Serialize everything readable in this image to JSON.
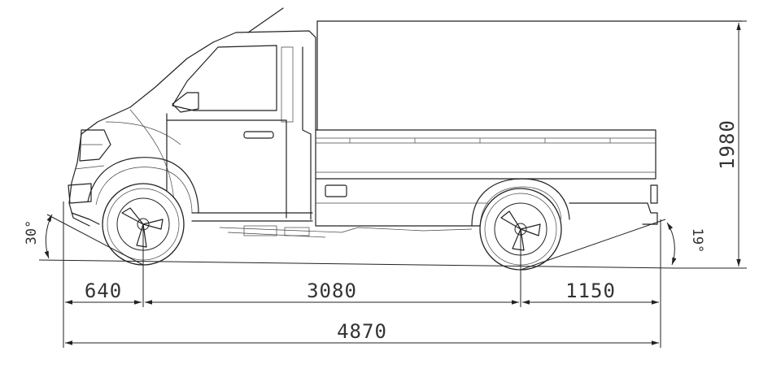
{
  "dimensions": {
    "front_overhang": "640",
    "wheelbase": "3080",
    "rear_overhang": "1150",
    "overall_length": "4870",
    "overall_height": "1980"
  },
  "angles": {
    "approach": "30°",
    "departure": "19°"
  }
}
